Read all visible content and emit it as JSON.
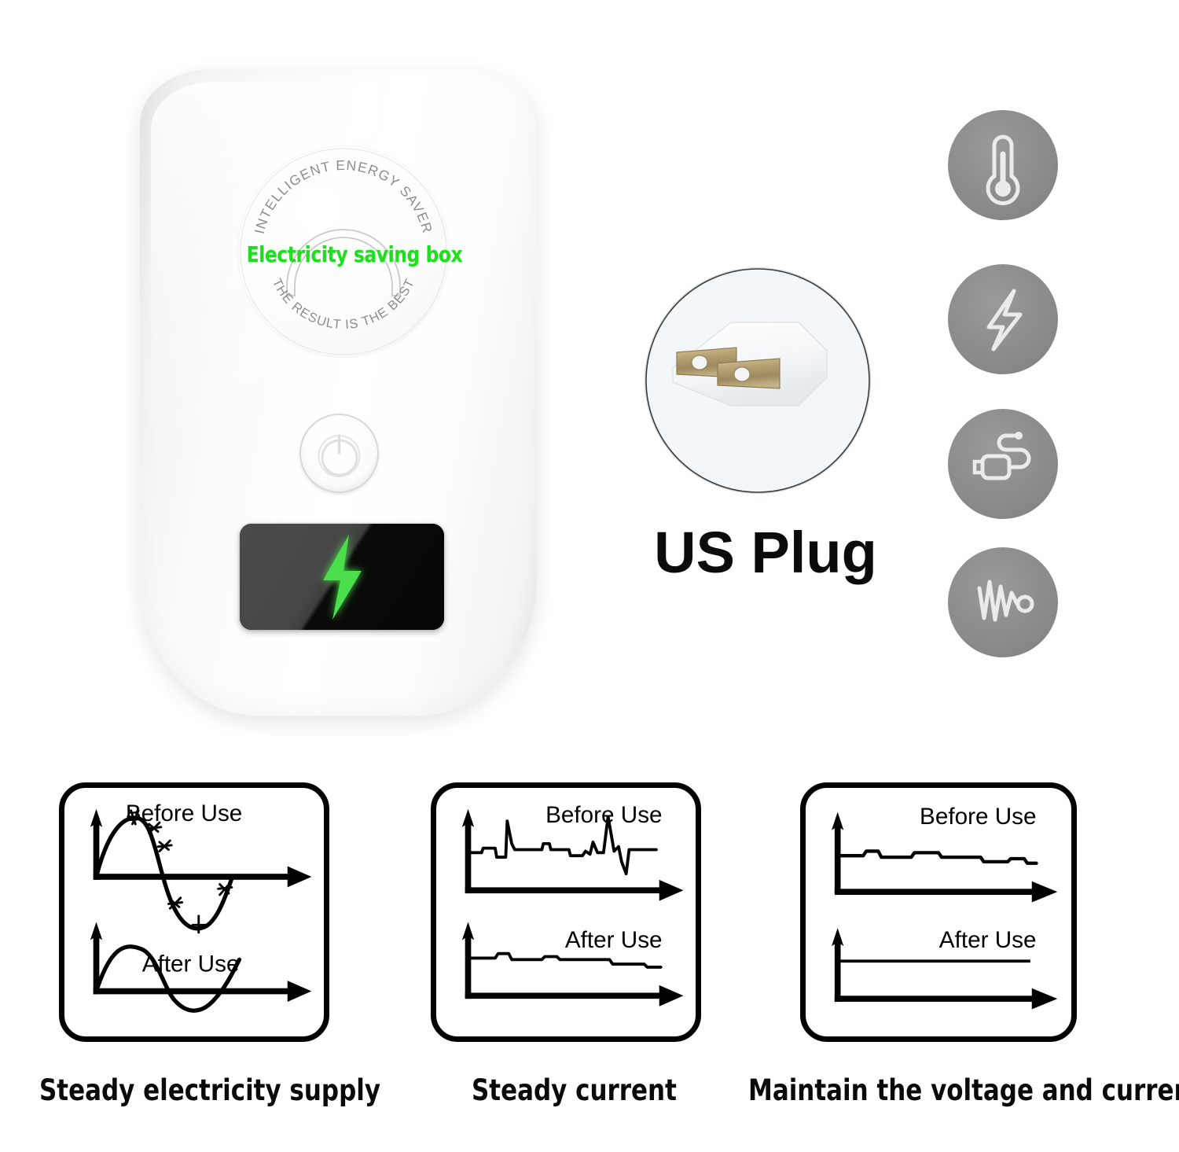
{
  "product": {
    "device": {
      "logo": {
        "top_arc_text": "INTELLIGENT ENERGY SAVER",
        "bottom_arc_text": "THE RESULT IS THE BEST",
        "center_text": "Electricity  saving box",
        "center_text_color": "#1fdd1f",
        "arc_text_color": "#8d8d8d"
      },
      "power_button_icon": "power-icon",
      "screen": {
        "icon": "lightning-bolt-icon",
        "bolt_color": "#4ce04c",
        "background_color": "#070707"
      },
      "body_color": "#ffffff"
    },
    "plug": {
      "label": "US Plug",
      "icon": "us-plug-prongs-icon",
      "prong_color": "#b9a477",
      "body_color": "#fdfdfd"
    },
    "feature_icons": [
      {
        "name": "thermometer-icon",
        "circle_color": "#8c8c8c"
      },
      {
        "name": "lightning-bolt-icon",
        "circle_color": "#8c8c8c"
      },
      {
        "name": "plug-cable-icon",
        "circle_color": "#8c8c8c"
      },
      {
        "name": "waveform-pulse-icon",
        "circle_color": "#8c8c8c"
      }
    ]
  },
  "comparison_panels": [
    {
      "caption": "Steady electricity supply",
      "before_label": "Before Use",
      "after_label": "After Use",
      "before_description": "distorted spiky sine wave",
      "after_description": "clean smooth sine wave"
    },
    {
      "caption": "Steady current",
      "before_label": "Before Use",
      "after_label": "After Use",
      "before_description": "irregular line with voltage spikes",
      "after_description": "nearly flat stable line"
    },
    {
      "caption": "Maintain the voltage and current",
      "before_label": "Before Use",
      "after_label": "After Use",
      "before_description": "slightly stepped declining line",
      "after_description": "perfectly flat straight line"
    }
  ]
}
